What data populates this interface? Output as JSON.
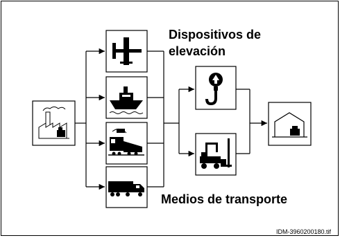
{
  "labels": {
    "lifting_devices": "Dispositivos de elevación",
    "transport_means": "Medios de transporte",
    "file_reference": "IDM-3960200180.tif"
  },
  "nodes": {
    "factory": {
      "icon": "factory-icon"
    },
    "airplane": {
      "icon": "airplane-icon"
    },
    "ship": {
      "icon": "ship-icon"
    },
    "train": {
      "icon": "train-icon"
    },
    "truck": {
      "icon": "truck-icon"
    },
    "crane": {
      "icon": "crane-hook-icon"
    },
    "forklift": {
      "icon": "forklift-icon"
    },
    "warehouse": {
      "icon": "warehouse-icon"
    }
  },
  "colors": {
    "line": "#000000",
    "background": "#ffffff",
    "icon_fill": "#000000"
  }
}
